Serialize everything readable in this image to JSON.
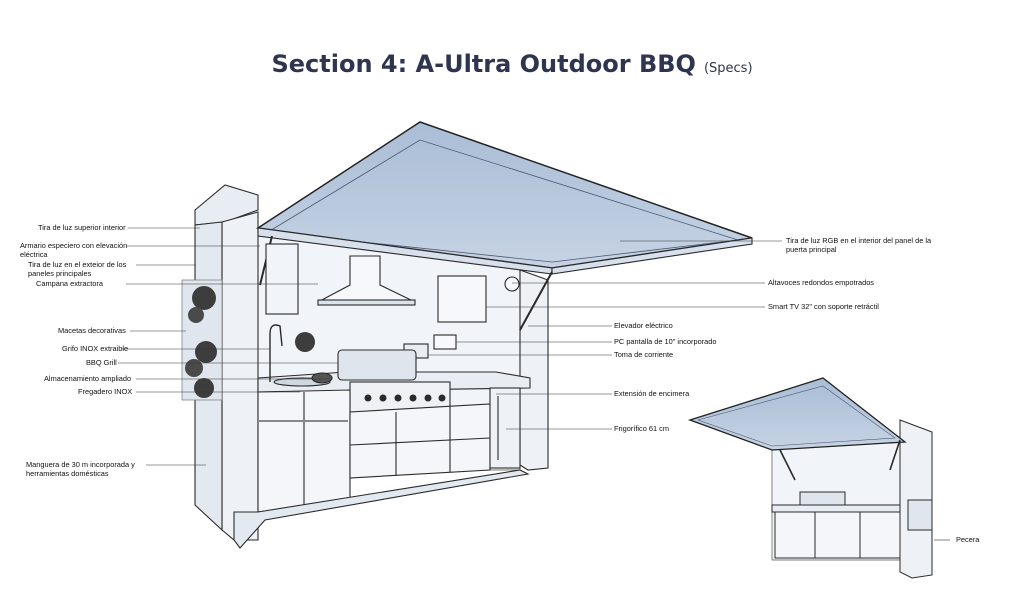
{
  "title": {
    "main": "Section 4:  A-Ultra Outdoor BBQ",
    "sub": "(Specs)"
  },
  "labels": {
    "tira_superior": "Tira de luz superior interior",
    "armario": "Armario especiero con elevación eléctrica",
    "tira_exterior": "Tira de luz en el exteior de los paneles principales",
    "campana": "Campana extractora",
    "macetas": "Macetas decorativas",
    "grifo": "Grifo INOX extraible",
    "bbq": "BBQ Grill",
    "almacenamiento": "Almacenamiento ampliado",
    "fregadero": "Fregadero INOX",
    "manguera": "Manguera de 30 m incorporada y herramientas domésticas",
    "tira_rgb": "Tira de luz RGB en el interior del panel de la puerta principal",
    "altavoces": "Altavoces redondos empotrados",
    "smart_tv": "Smart TV 32\" con soporte retráctil",
    "elevador": "Elevador eléctrico",
    "pc": "PC pantalla de 10\" incorporado",
    "toma": "Toma de corriente",
    "extension": "Extensión de encimera",
    "frigorifico": "Frigorífico 61 cm",
    "pecera": "Pecera"
  }
}
